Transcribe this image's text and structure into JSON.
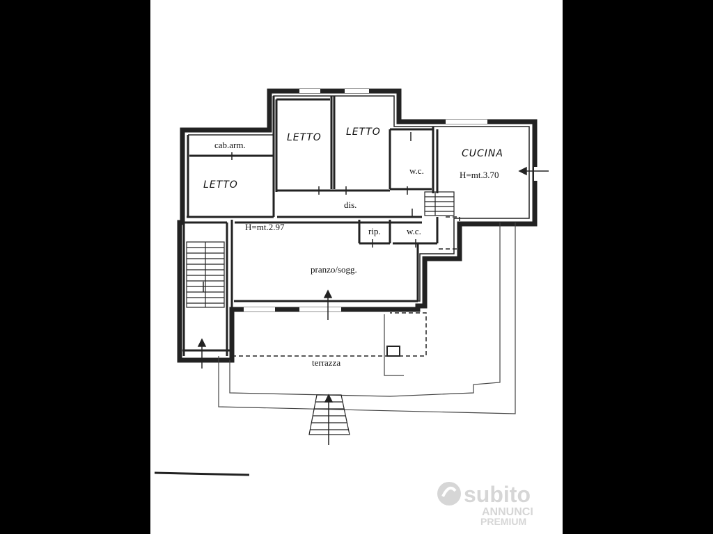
{
  "rooms": {
    "letto_1": "LETTO",
    "letto_2": "LETTO",
    "letto_3": "LETTO",
    "cab_arm": "cab.arm.",
    "wc_1": "w.c.",
    "wc_2": "w.c.",
    "cucina": "CUCINA",
    "cucina_height": "H=mt.3.70",
    "dis": "dis.",
    "rip": "rip.",
    "height_main": "H=mt.2.97",
    "pranzo": "pranzo/sogg.",
    "terrazza": "terrazza"
  },
  "watermark": {
    "brand": "subito",
    "line1": "ANNUNCI",
    "line2": "PREMIUM"
  },
  "colors": {
    "background": "#000000",
    "page": "#ffffff",
    "wall": "#222222",
    "watermark": "#d6d6d6"
  }
}
